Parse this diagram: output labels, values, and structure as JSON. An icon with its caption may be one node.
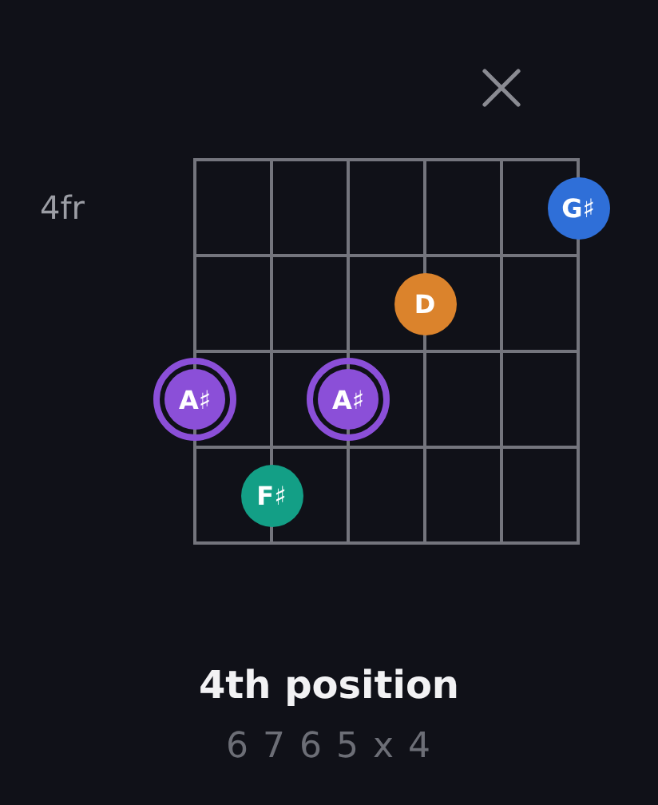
{
  "diagram": {
    "title": "4th position",
    "caption": "6 7 6 5 x 4",
    "nodes": [
      {
        "text": [
          "G♯"
        ]
      },
      {
        "text": [
          "D"
        ]
      },
      {
        "text": [
          "A♯"
        ]
      },
      {
        "text": [
          "A♯"
        ]
      },
      {
        "text": [
          "F♯"
        ]
      }
    ],
    "labels": [
      "4fr"
    ]
  }
}
